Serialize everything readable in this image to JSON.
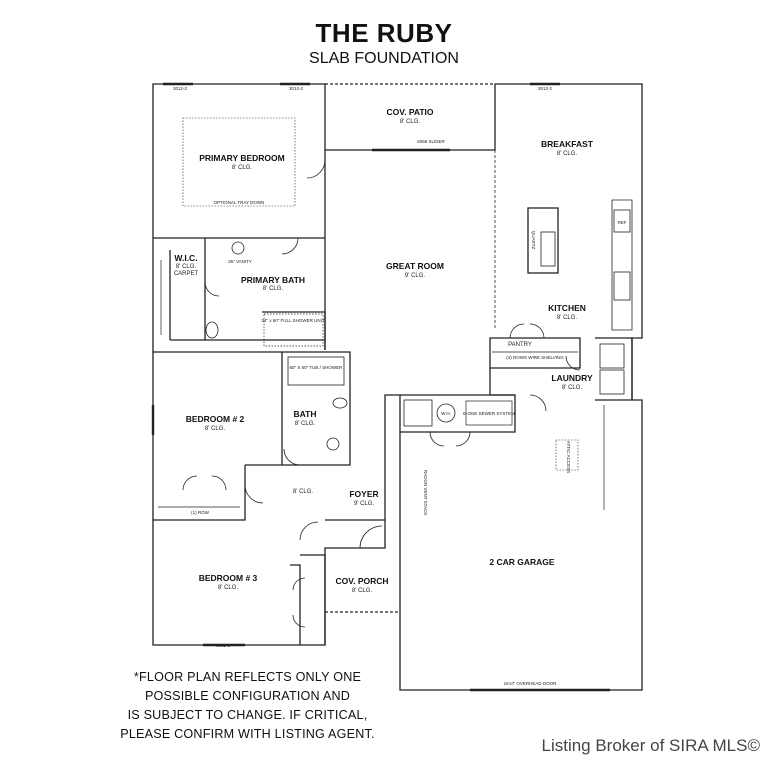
{
  "header": {
    "title": "THE RUBY",
    "subtitle": "SLAB FOUNDATION"
  },
  "rooms": {
    "cov_patio": {
      "name": "COV. PATIO",
      "ceiling": "8' CLG."
    },
    "primary_bedroom": {
      "name": "PRIMARY BEDROOM",
      "ceiling": "8' CLG.",
      "note": "OPTIONAL TRAY DOWN"
    },
    "breakfast": {
      "name": "BREAKFAST",
      "ceiling": "8' CLG."
    },
    "wic": {
      "name": "W.I.C.",
      "ceiling": "8' CLG.",
      "floor": "CARPET"
    },
    "primary_bath": {
      "name": "PRIMARY BATH",
      "ceiling": "8' CLG.",
      "vanity": "36\" VANITY",
      "shower": "34\" x 60\" FULL SHOWER UNIT"
    },
    "great_room": {
      "name": "GREAT ROOM",
      "ceiling": "9' CLG."
    },
    "kitchen": {
      "name": "KITCHEN",
      "ceiling": "8' CLG.",
      "island": "QUARTZ"
    },
    "pantry": {
      "name": "PANTRY",
      "shelving": "(4) ROWS WIRE SHELVING"
    },
    "laundry": {
      "name": "LAUNDRY",
      "ceiling": "8' CLG."
    },
    "bedroom2": {
      "name": "BEDROOM # 2",
      "ceiling": "8' CLG.",
      "closet": "(1) ROW"
    },
    "bath": {
      "name": "BATH",
      "ceiling": "8' CLG.",
      "tub": "60\" X 60\" TUB / SHOWER"
    },
    "hall": {
      "ceiling": "8' CLG."
    },
    "foyer": {
      "name": "FOYER",
      "ceiling": "9' CLG."
    },
    "bedroom3": {
      "name": "BEDROOM # 3",
      "ceiling": "8' CLG."
    },
    "cov_porch": {
      "name": "COV. PORCH",
      "ceiling": "8' CLG."
    },
    "garage": {
      "name": "2 CAR GARAGE",
      "door": "16'x7' OVERHEAD DOOR"
    }
  },
  "fixtures": {
    "window": "3012-2",
    "wh": "W.H.",
    "ejector": "E-ONE SEWER SYSTEM",
    "radon": "RADON VENT STACK",
    "attic": "ATTIC ACCESS",
    "ref": "REF",
    "sliding_door": "6068 SLIDER",
    "door": "2068"
  },
  "footer": {
    "disclaimer": [
      "*FLOOR PLAN REFLECTS ONLY ONE",
      "POSSIBLE CONFIGURATION AND",
      "IS SUBJECT TO CHANGE. IF CRITICAL,",
      "PLEASE CONFIRM WITH LISTING AGENT."
    ],
    "broker": "Listing Broker of SIRA MLS©"
  }
}
